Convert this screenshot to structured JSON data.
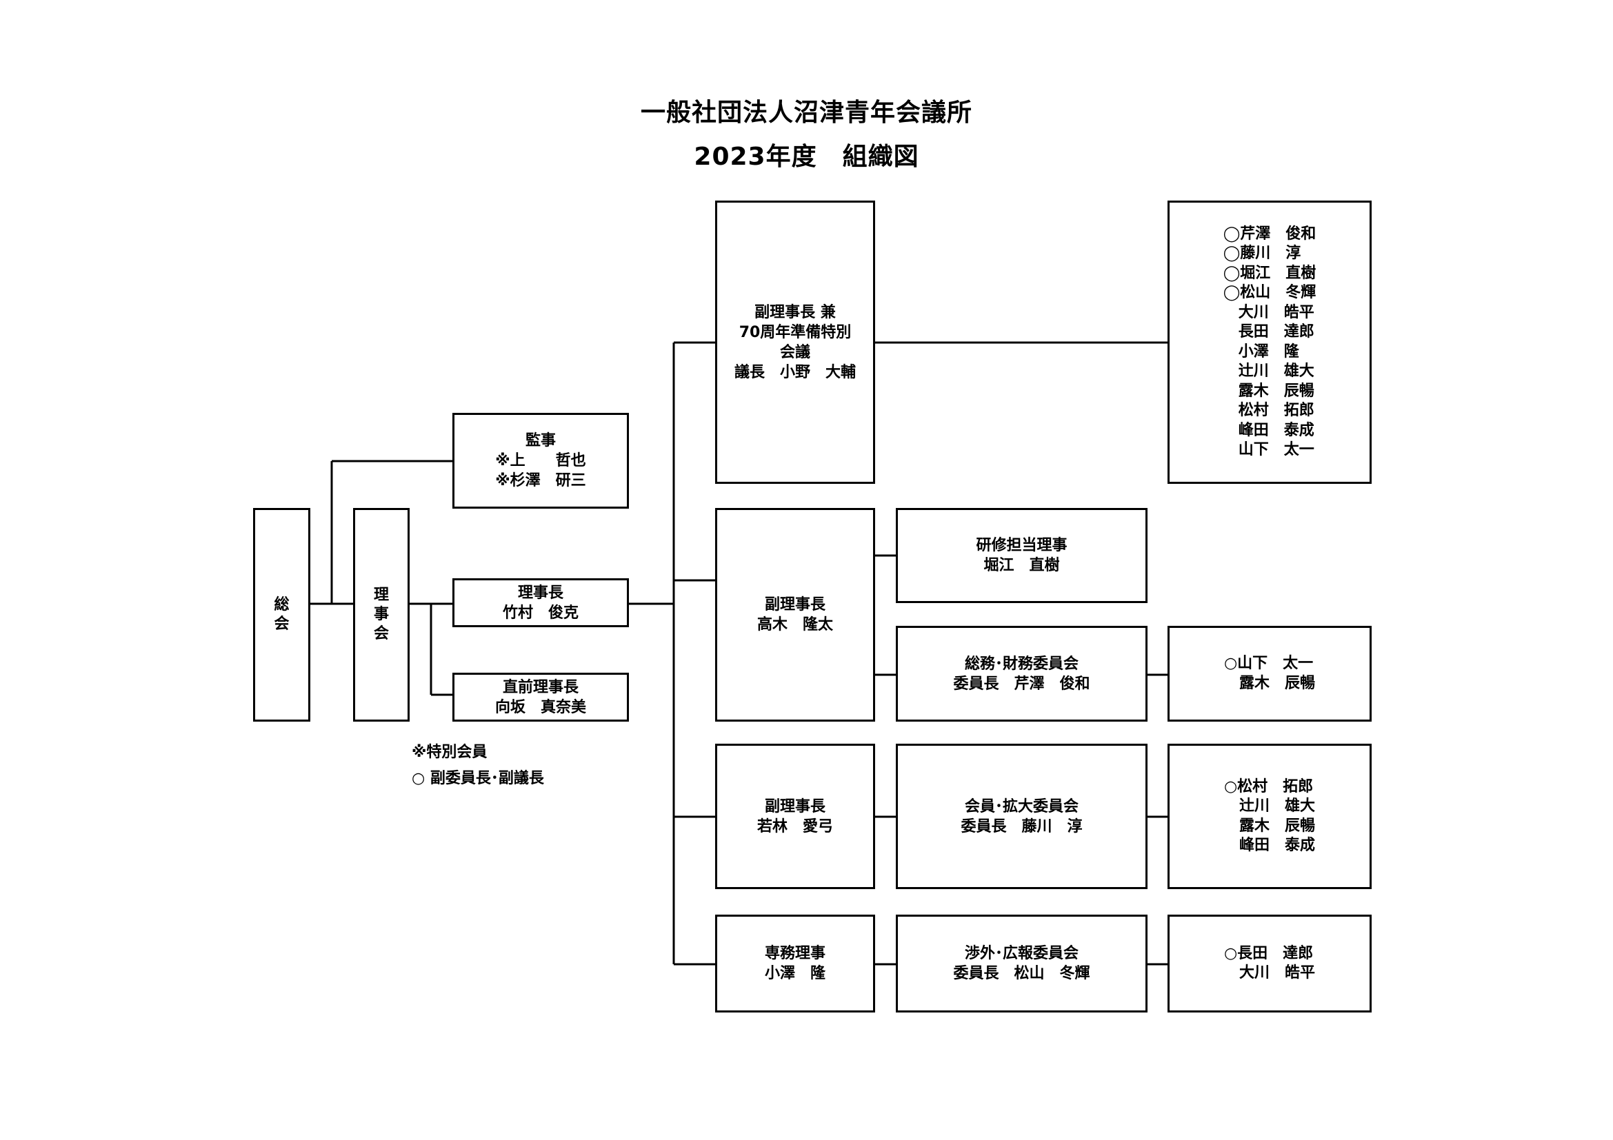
{
  "title": "一般社団法人沼津青年会議所",
  "subtitle": "2023年度　組織図",
  "nodes": {
    "soukai": [
      "総",
      "会"
    ],
    "rijikai": [
      "理",
      "事",
      "会"
    ],
    "kanji": [
      "監事",
      "※上　　哲也",
      "※杉澤　研三"
    ],
    "rijicho": [
      "理事長",
      "竹村　俊克"
    ],
    "chokuzen": [
      "直前理事長",
      "向坂　真奈美"
    ],
    "vp70": [
      "副理事長 兼",
      "70周年準備特別",
      "会議",
      "議長　小野　大輔"
    ],
    "vp_takagi": [
      "副理事長",
      "高木　隆太"
    ],
    "vp_wakabayashi": [
      "副理事長",
      "若林　愛弓"
    ],
    "senmu": [
      "専務理事",
      "小澤　隆"
    ],
    "kenshu": [
      "研修担当理事",
      "堀江　直樹"
    ],
    "soumu": [
      "総務･財務委員会",
      "委員長　芹澤　俊和"
    ],
    "kaiin": [
      "会員･拡大委員会",
      "委員長　藤川　淳"
    ],
    "shogai": [
      "渉外･広報委員会",
      "委員長　松山　冬輝"
    ]
  },
  "members": {
    "special70": [
      "◯芹澤　俊和",
      "◯藤川　淳",
      "◯堀江　直樹",
      "◯松山　冬輝",
      "　大川　皓平",
      "　長田　達郎",
      "　小澤　隆",
      "　辻川　雄大",
      "　露木　辰暢",
      "　松村　拓郎",
      "　峰田　泰成",
      "　山下　太一"
    ],
    "soumu": [
      "○山下　太一",
      "　露木　辰暢"
    ],
    "kaiin": [
      "○松村　拓郎",
      "　辻川　雄大",
      "　露木　辰暢",
      "　峰田　泰成"
    ],
    "shogai": [
      "○長田　達郎",
      "　大川　皓平"
    ]
  },
  "notes": {
    "special_member": "※特別会員",
    "vice_chair": "○ 副委員長･副議長"
  }
}
